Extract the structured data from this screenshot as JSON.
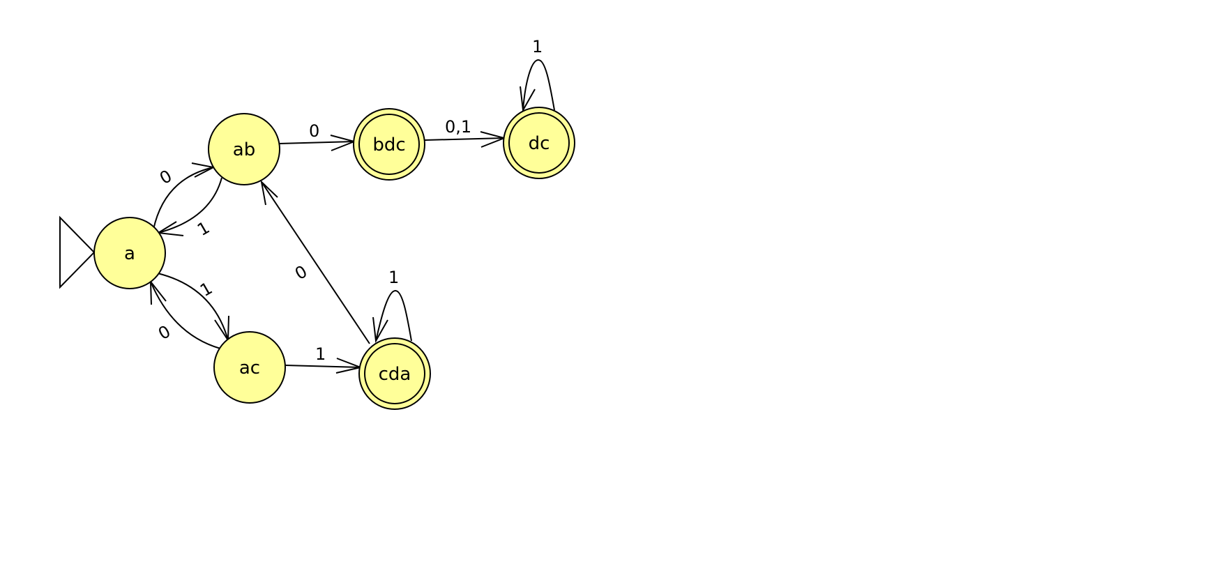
{
  "diagram": {
    "type": "finite-automaton",
    "colors": {
      "state_fill": "#ffff99",
      "stroke": "#000000",
      "background": "#ffffff"
    },
    "start_state": "a",
    "states": [
      {
        "id": "a",
        "label": "a",
        "accepting": false
      },
      {
        "id": "ab",
        "label": "ab",
        "accepting": false
      },
      {
        "id": "ac",
        "label": "ac",
        "accepting": false
      },
      {
        "id": "bdc",
        "label": "bdc",
        "accepting": true
      },
      {
        "id": "dc",
        "label": "dc",
        "accepting": true
      },
      {
        "id": "cda",
        "label": "cda",
        "accepting": true
      }
    ],
    "transitions": [
      {
        "from": "a",
        "to": "ab",
        "label": "0"
      },
      {
        "from": "ab",
        "to": "a",
        "label": "1"
      },
      {
        "from": "a",
        "to": "ac",
        "label": "1"
      },
      {
        "from": "ac",
        "to": "a",
        "label": "0"
      },
      {
        "from": "ab",
        "to": "bdc",
        "label": "0"
      },
      {
        "from": "bdc",
        "to": "dc",
        "label": "0,1"
      },
      {
        "from": "dc",
        "to": "dc",
        "label": "1"
      },
      {
        "from": "ac",
        "to": "cda",
        "label": "1"
      },
      {
        "from": "cda",
        "to": "ab",
        "label": "0"
      },
      {
        "from": "cda",
        "to": "cda",
        "label": "1"
      }
    ]
  }
}
